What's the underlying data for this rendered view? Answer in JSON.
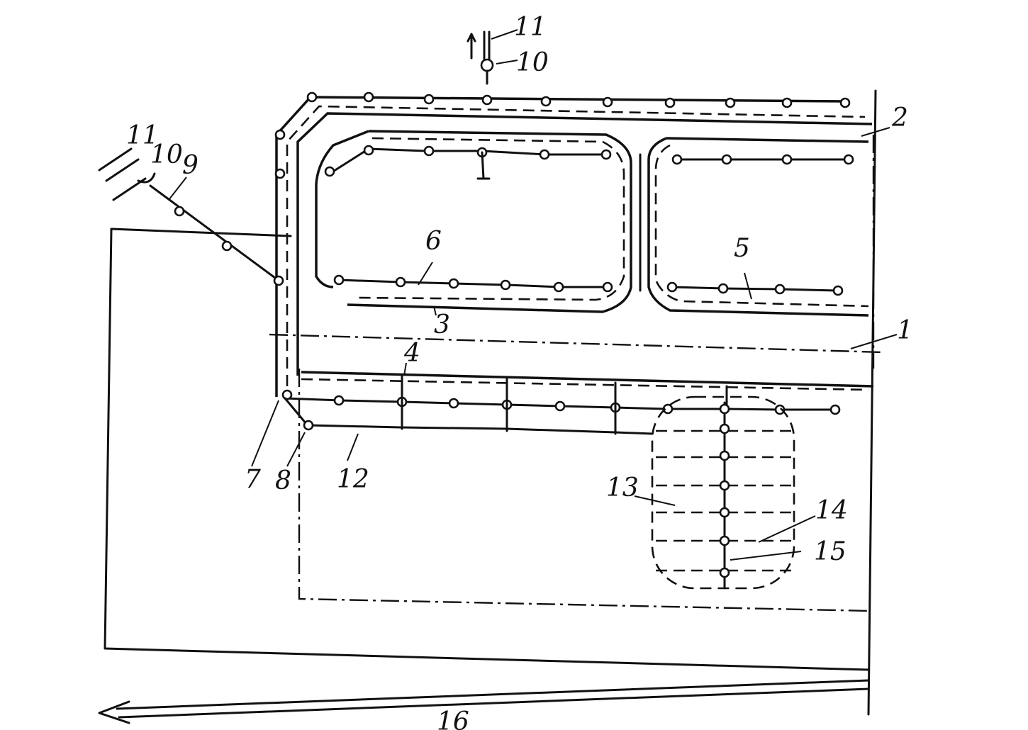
{
  "diagram": {
    "labels": {
      "l1": "1",
      "l2": "2",
      "l3": "3",
      "l4": "4",
      "l5": "5",
      "l6": "6",
      "l7": "7",
      "l8": "8",
      "l9": "9",
      "l10_top": "10",
      "l10_left": "10",
      "l11_top": "11",
      "l11_left": "11",
      "l12": "12",
      "l13": "13",
      "l14": "14",
      "l15": "15",
      "l16": "16"
    }
  }
}
